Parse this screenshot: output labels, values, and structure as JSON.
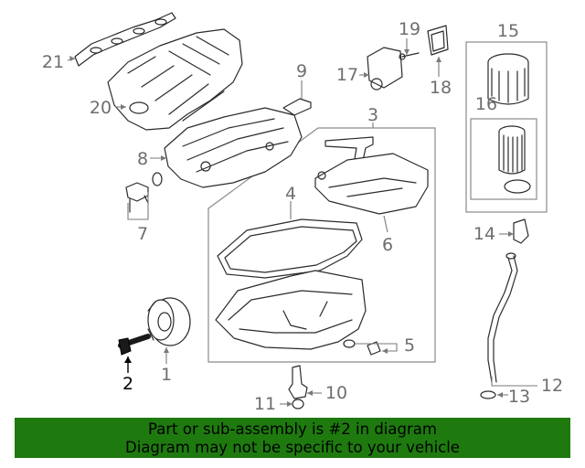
{
  "diagram": {
    "callouts": [
      {
        "id": "c1",
        "label": "1"
      },
      {
        "id": "c2",
        "label": "2",
        "highlight": true
      },
      {
        "id": "c3",
        "label": "3"
      },
      {
        "id": "c4",
        "label": "4"
      },
      {
        "id": "c5",
        "label": "5"
      },
      {
        "id": "c6",
        "label": "6"
      },
      {
        "id": "c7",
        "label": "7"
      },
      {
        "id": "c8",
        "label": "8"
      },
      {
        "id": "c9",
        "label": "9"
      },
      {
        "id": "c10",
        "label": "10"
      },
      {
        "id": "c11",
        "label": "11"
      },
      {
        "id": "c12",
        "label": "12"
      },
      {
        "id": "c13",
        "label": "13"
      },
      {
        "id": "c14",
        "label": "14"
      },
      {
        "id": "c15",
        "label": "15"
      },
      {
        "id": "c16",
        "label": "16"
      },
      {
        "id": "c17",
        "label": "17"
      },
      {
        "id": "c18",
        "label": "18"
      },
      {
        "id": "c19",
        "label": "19"
      },
      {
        "id": "c20",
        "label": "20"
      },
      {
        "id": "c21",
        "label": "21"
      }
    ],
    "highlighted_part": "2"
  },
  "banner": {
    "line1": "Part or sub-assembly is #2 in diagram",
    "line2": "Diagram may not be specific to your vehicle",
    "background_color": "#1e7a0f"
  }
}
